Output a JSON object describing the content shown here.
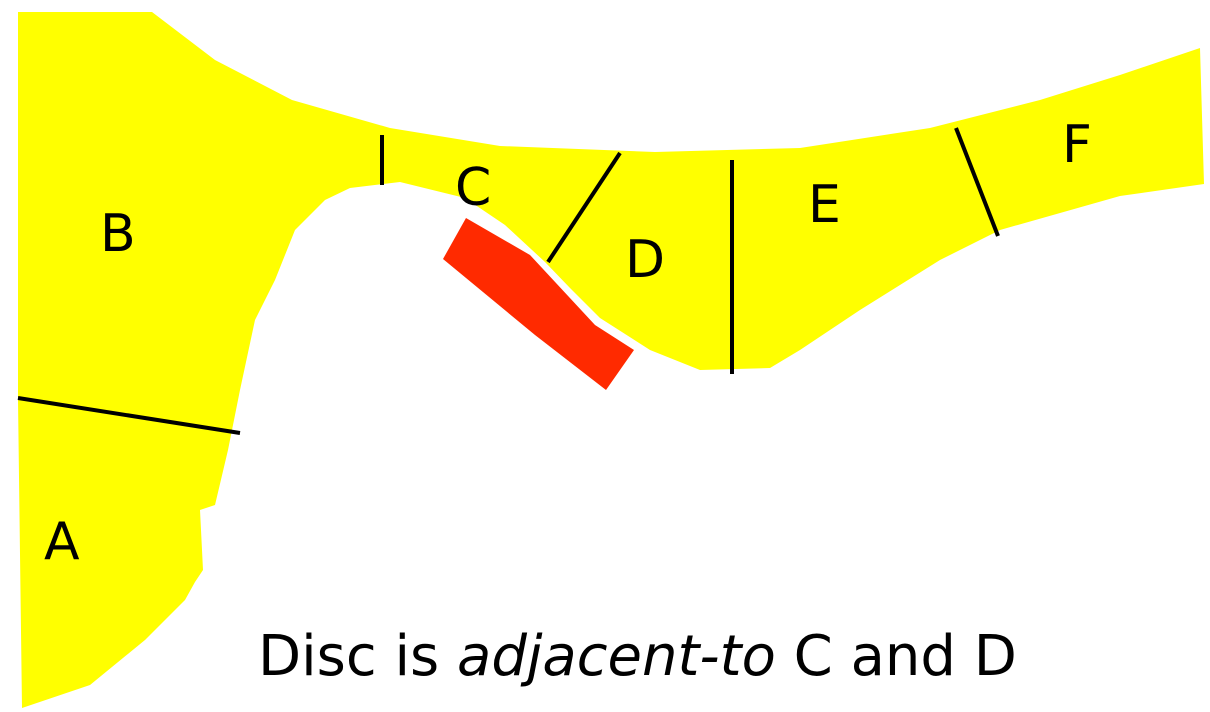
{
  "colors": {
    "region_fill": "#ffff00",
    "object_fill": "#ff2a00",
    "divider": "#000000",
    "text": "#000000"
  },
  "regions": [
    {
      "id": "A",
      "label": "A"
    },
    {
      "id": "B",
      "label": "B"
    },
    {
      "id": "C",
      "label": "C"
    },
    {
      "id": "D",
      "label": "D"
    },
    {
      "id": "E",
      "label": "E"
    },
    {
      "id": "F",
      "label": "F"
    }
  ],
  "caption": {
    "subject": "Disc is",
    "relation": "adjacent-to",
    "objects": "C and D"
  }
}
